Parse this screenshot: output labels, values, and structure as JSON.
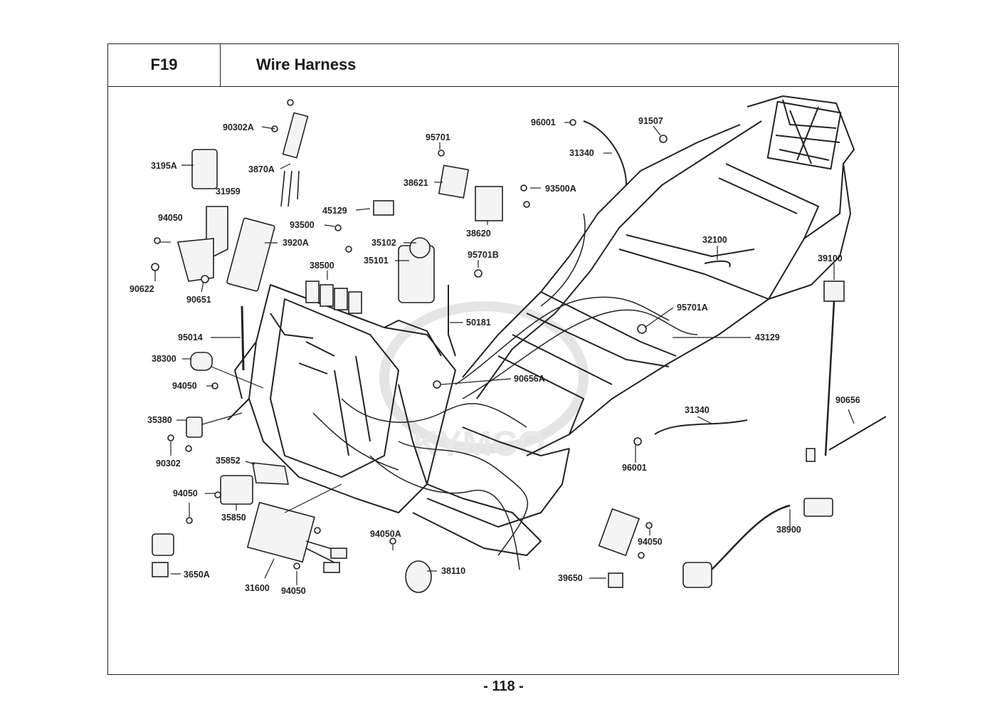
{
  "header": {
    "code": "F19",
    "title": "Wire Harness"
  },
  "page_number": "- 118 -",
  "watermark": "KYMCO",
  "colors": {
    "line": "#222222",
    "watermark": "#d0d0d0"
  },
  "parts": {
    "p90302A": "90302A",
    "p3870A": "3870A",
    "p3195A": "3195A",
    "p31959": "31959",
    "p94050_a": "94050",
    "p3920A": "3920A",
    "p90622": "90622",
    "p90651": "90651",
    "p95701": "95701",
    "p38621": "38621",
    "p38620": "38620",
    "p93500A": "93500A",
    "p45129": "45129",
    "p93500": "93500",
    "p35102": "35102",
    "p35101": "35101",
    "p95701B": "95701B",
    "p38500": "38500",
    "p96001_a": "96001",
    "p31340_a": "31340",
    "p91507": "91507",
    "p32100": "32100",
    "p39100": "39100",
    "p95701A": "95701A",
    "p43129": "43129",
    "p95014": "95014",
    "p50181": "50181",
    "p38300": "38300",
    "p94050_b": "94050",
    "p90656A": "90656A",
    "p35380": "35380",
    "p90302": "90302",
    "p31340_b": "31340",
    "p90656": "90656",
    "p96001_b": "96001",
    "p35852": "35852",
    "p94050_c": "94050",
    "p35850": "35850",
    "p38900": "38900",
    "p94050A": "94050A",
    "p94050_d": "94050",
    "p31600": "31600",
    "p38110": "38110",
    "p39650": "39650",
    "p3650A": "3650A",
    "p94050_e": "94050"
  }
}
